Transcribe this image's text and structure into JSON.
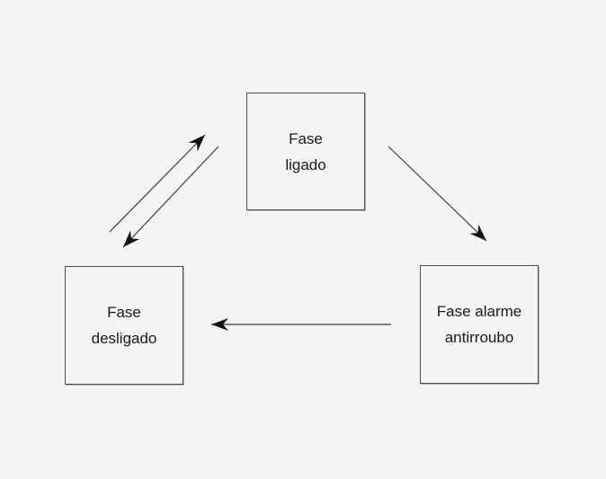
{
  "diagram": {
    "colors": {
      "background": "#f4f4f4",
      "box_border": "#4a4a4a",
      "text": "#1a1a1a",
      "arrow_head": "#111111",
      "arrow_line": "#3c3c3c"
    },
    "nodes": [
      {
        "id": "ligado",
        "label_line1": "Fase",
        "label_line2": "ligado"
      },
      {
        "id": "desligado",
        "label_line1": "Fase",
        "label_line2": "desligado"
      },
      {
        "id": "alarme",
        "label_line1": "Fase alarme",
        "label_line2": "antirroubo"
      }
    ],
    "edges": [
      {
        "from": "desligado",
        "to": "ligado"
      },
      {
        "from": "ligado",
        "to": "desligado"
      },
      {
        "from": "ligado",
        "to": "alarme"
      },
      {
        "from": "alarme",
        "to": "desligado"
      }
    ]
  }
}
